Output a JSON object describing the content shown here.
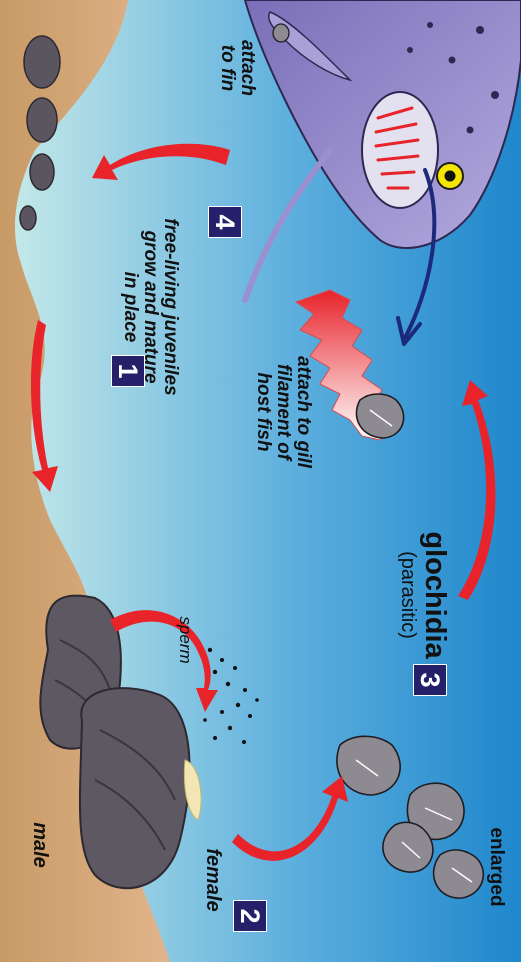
{
  "stages": [
    {
      "number": "1"
    },
    {
      "number": "2"
    },
    {
      "number": "3"
    },
    {
      "number": "4"
    }
  ],
  "labels": {
    "male": "male",
    "female": "female",
    "sperm": "sperm",
    "glochidia": "glochidia",
    "parasitic": "(parasitic)",
    "enlarged": "enlarged",
    "attach_gill": [
      "attach to gill",
      "filament of",
      "host fish"
    ],
    "attach_fin": [
      "attach",
      "to fin"
    ],
    "juveniles": [
      "free-living juveniles",
      "grow and mature",
      "in place"
    ]
  },
  "colors": {
    "water_top": "#2a8fd0",
    "water_light": "#b9e2ea",
    "sediment": "#d9a57c",
    "arrow_red": "#e8232a",
    "arrow_navy": "#1b2a7a",
    "badge": "#24206a",
    "fish": "#8d80c6"
  }
}
